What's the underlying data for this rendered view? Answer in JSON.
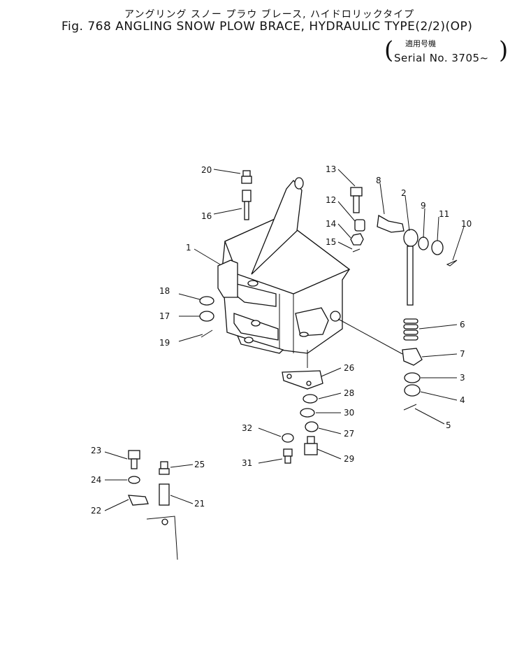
{
  "title_jp": "アングリング スノー プラウ ブレース, ハイドロリックタイプ",
  "title": "Fig. 768 ANGLING SNOW PLOW BRACE, HYDRAULIC TYPE(2/2)(OP)",
  "serial_jp": "適用号機",
  "serial": "Serial No. 3705~",
  "callouts": {
    "c1": "1",
    "c2": "2",
    "c3": "3",
    "c4": "4",
    "c5": "5",
    "c6": "6",
    "c7": "7",
    "c8": "8",
    "c9": "9",
    "c10": "10",
    "c11": "11",
    "c12": "12",
    "c13": "13",
    "c14": "14",
    "c15": "15",
    "c16": "16",
    "c17": "17",
    "c18": "18",
    "c19": "19",
    "c20": "20",
    "c21": "21",
    "c22": "22",
    "c23": "23",
    "c24": "24",
    "c25": "25",
    "c26": "26",
    "c27": "27",
    "c28": "28",
    "c29": "29",
    "c30": "30",
    "c31": "31",
    "c32": "32"
  }
}
